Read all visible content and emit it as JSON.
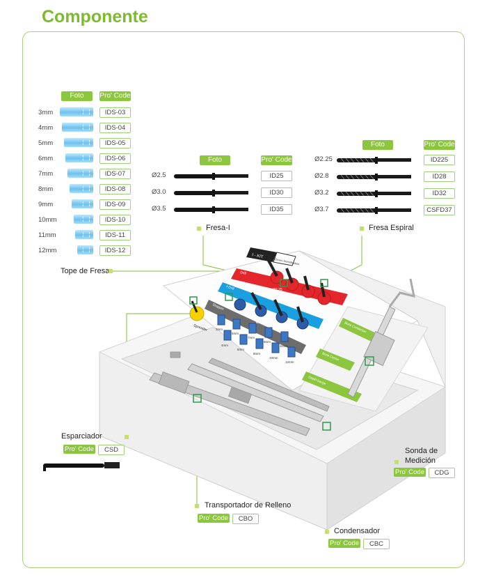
{
  "title": "Componente",
  "header": {
    "foto": "Foto",
    "procode": "Pro' Code"
  },
  "stoppers": [
    {
      "size": "3mm",
      "code": "IDS-03"
    },
    {
      "size": "4mm",
      "code": "IDS-04"
    },
    {
      "size": "5mm",
      "code": "IDS-05"
    },
    {
      "size": "6mm",
      "code": "IDS-06"
    },
    {
      "size": "7mm",
      "code": "IDS-07"
    },
    {
      "size": "8mm",
      "code": "IDS-08"
    },
    {
      "size": "9mm",
      "code": "IDS-09"
    },
    {
      "size": "10mm",
      "code": "IDS-10"
    },
    {
      "size": "11mm",
      "code": "IDS-11"
    },
    {
      "size": "12mm",
      "code": "IDS-12"
    }
  ],
  "fresa_i": {
    "name": "Fresa-I",
    "items": [
      {
        "dia": "Ø2.5",
        "code": "ID25"
      },
      {
        "dia": "Ø3.0",
        "code": "ID30"
      },
      {
        "dia": "Ø3.5",
        "code": "ID35"
      }
    ]
  },
  "fresa_espiral": {
    "name": "Fresa Espiral",
    "items": [
      {
        "dia": "Ø2.25",
        "code": "ID225"
      },
      {
        "dia": "Ø2.8",
        "code": "ID28"
      },
      {
        "dia": "Ø3.2",
        "code": "ID32"
      },
      {
        "dia": "Ø3.7",
        "code": "CSFD37"
      }
    ]
  },
  "callouts": {
    "tope": "Tope de Fresa",
    "esparciador": {
      "name": "Esparciador",
      "code": "CSD"
    },
    "transportador": {
      "name": "Transportador de Relleno",
      "code": "CBO"
    },
    "condensador": {
      "name": "Condensador",
      "code": "CBC"
    },
    "sonda": {
      "name1": "Sonda de",
      "name2": "Medición",
      "code": "CDG"
    }
  },
  "kit_labels": {
    "kit": "I - KIT",
    "sub": "Osseo Densification",
    "drill": "Drill",
    "idrill": "I-Drill",
    "stopper": "Stopper",
    "spreader": "Spreader",
    "bone_condenser": "Bone Condenser",
    "bone_carrier": "Bone Carrier",
    "depth_gauge": "Depth Gauge",
    "red_dia": [
      "Ø2.25",
      "Ø2.8",
      "Ø3.2",
      "Ø3.7"
    ],
    "blue_dia": [
      "Ø2.5",
      "Ø3.0",
      "Ø3.5"
    ],
    "stop_row1": [
      "3mm",
      "5mm",
      "7mm",
      "9mm",
      "11mm"
    ],
    "stop_row2": [
      "4mm",
      "6mm",
      "8mm",
      "10mm",
      "12mm"
    ]
  },
  "colors": {
    "accent": "#8cc63f",
    "red": "#e2262b",
    "blue": "#1a9fe0",
    "dark": "#222222"
  }
}
